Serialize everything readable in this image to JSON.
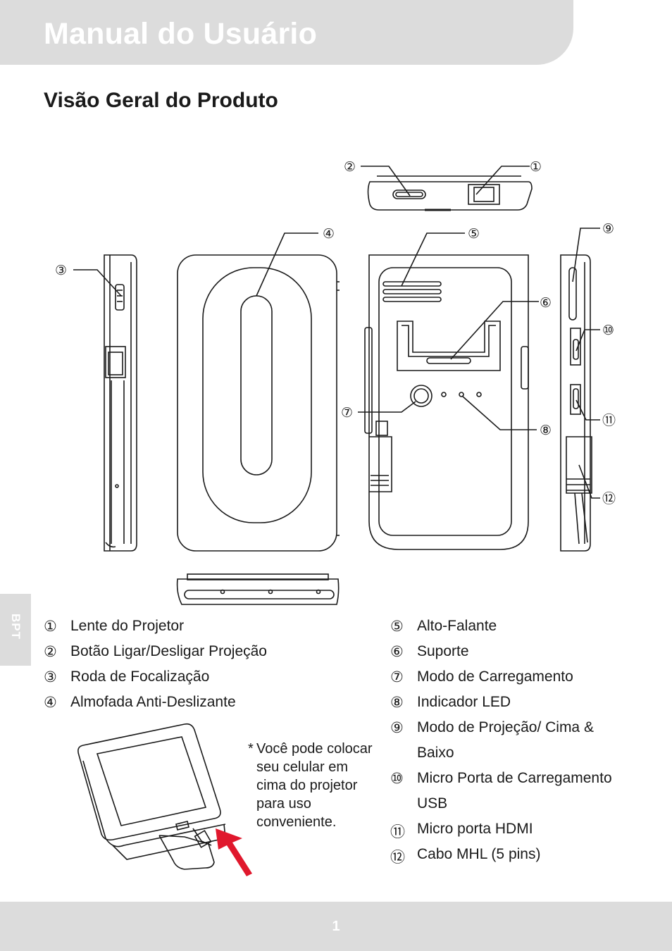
{
  "header": {
    "title": "Manual do Usuário"
  },
  "section": {
    "title": "Visão Geral do Produto"
  },
  "side_tab": {
    "label": "BPT"
  },
  "callouts": [
    "①",
    "②",
    "③",
    "④",
    "⑤",
    "⑥",
    "⑦",
    "⑧",
    "⑨",
    "⑩",
    "⑪",
    "⑫"
  ],
  "legend_left": [
    {
      "num": "①",
      "label": "Lente do Projetor"
    },
    {
      "num": "②",
      "label": "Botão Ligar/Desligar Projeção"
    },
    {
      "num": "③",
      "label": "Roda de Focalização"
    },
    {
      "num": "④",
      "label": "Almofada Anti-Deslizante"
    }
  ],
  "legend_right": [
    {
      "num": "⑤",
      "label": "Alto-Falante"
    },
    {
      "num": "⑥",
      "label": "Suporte"
    },
    {
      "num": "⑦",
      "label": "Modo de Carregamento"
    },
    {
      "num": "⑧",
      "label": "Indicador LED"
    },
    {
      "num": "⑨",
      "label": "Modo de Projeção/ Cima &",
      "label2": "Baixo"
    },
    {
      "num": "⑩",
      "label": "Micro Porta de Carregamento",
      "label2": "USB"
    },
    {
      "num": "⑪",
      "label": "Micro porta HDMI"
    },
    {
      "num": "⑫",
      "label": "Cabo MHL (5 pins)"
    }
  ],
  "note": {
    "star": "*",
    "text": "Você pode colocar seu celular em cima do projetor para uso conveniente."
  },
  "footer": {
    "page_number": "1"
  },
  "colors": {
    "header_gray": "#dcdcdc",
    "arrow_red": "#e0182d"
  }
}
